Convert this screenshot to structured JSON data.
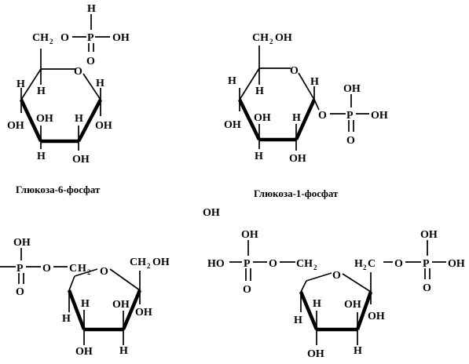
{
  "atom": {
    "H": "H",
    "OH": "OH",
    "HO": "HO",
    "O": "O",
    "P": "P",
    "two": "2"
  },
  "glucose6": {
    "ch2": "CH",
    "caption": "Глюкоза-6-фосфат"
  },
  "glucose1": {
    "ch2oh_left": "CH",
    "ch2oh_right": "OH",
    "caption": "Глюкоза-1-фосфат"
  },
  "stray_oh": "OH",
  "fructose6": {
    "c_left": "C",
    "h_sub": "H",
    "ch2oh_left": "CH",
    "ch2oh_right": "OH"
  },
  "fructose16": {
    "ch2_left": "CH",
    "h2c_h": "H",
    "h2c_c": "C"
  }
}
